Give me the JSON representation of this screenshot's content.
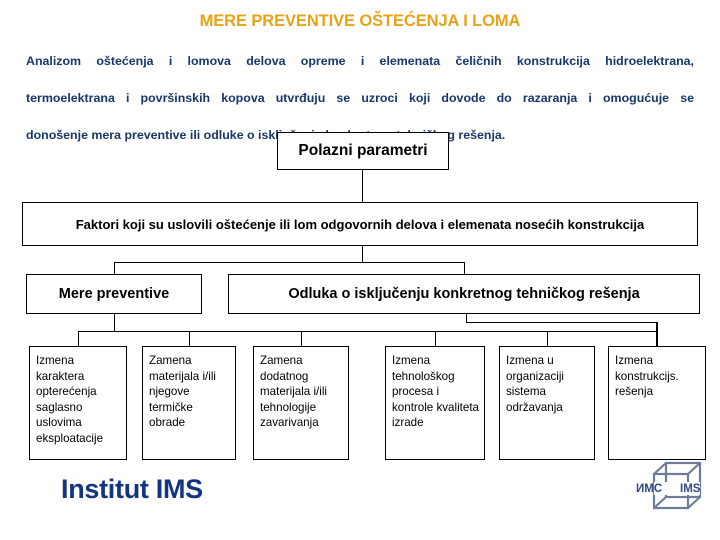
{
  "slide": {
    "title": "MERE PREVENTIVE OŠTEĆENJA I LOMA",
    "title_color": "#e8a317",
    "body_color": "#17376b",
    "background": "#ffffff",
    "intro_lines": [
      "Analizom oštećenja i lomova delova opreme i elemenata čeličnih konstrukcija hidroelektrana,",
      "termoelektrana i površinskih kopova utvrđuju se uzroci koji dovode do razaranja i omogućuje se",
      "donošenje mera preventive ili odluke o isključenju konkretnog tehničkog rešenja."
    ]
  },
  "diagram": {
    "root": "Polazni parametri",
    "level2": "Faktori koji su uslovili oštećenje ili lom odgovornih delova i elemenata nosećih konstrukcija",
    "level3": [
      "Mere preventive",
      "Odluka o isključenju konkretnog tehničkog rešenja"
    ],
    "leaves": [
      "Izmena karaktera opterećenja saglasno uslovima eksploatacije",
      "Zamena materijala i/ili njegove termičke obrade",
      "Zamena dodatnog materijala i/ili tehnologije zavarivanja",
      "Izmena tehnološkog procesa i kontrole kvaliteta izrade",
      "Izmena u organizaciji sistema održavanja",
      "Izmena konstrukcijs. rešenja"
    ]
  },
  "footer": {
    "brand": "Institut IMS",
    "brand_color": "#12357f",
    "logo": {
      "left_text": "ИМС",
      "right_text": "IMS",
      "color": "#5a6b8c"
    }
  }
}
